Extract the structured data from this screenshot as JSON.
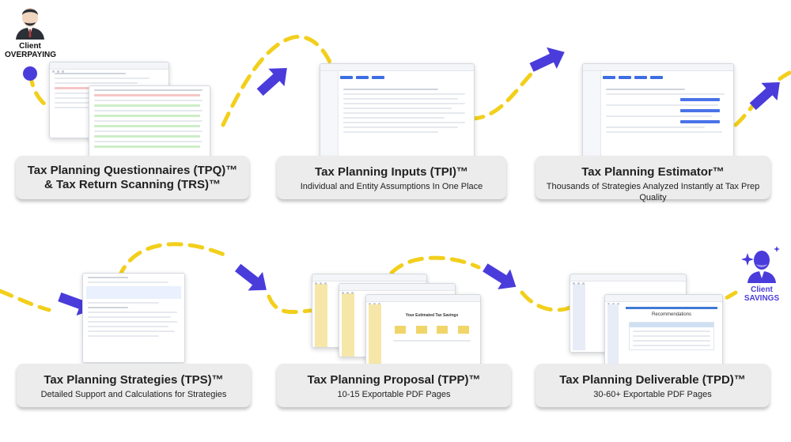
{
  "start_persona": {
    "line1": "Client",
    "line2": "OVERPAYING",
    "icon": "person-icon"
  },
  "end_persona": {
    "line1": "Client",
    "line2": "SAVINGS",
    "icon": "person-sparkle-icon",
    "color": "#4a3cdb"
  },
  "colors": {
    "path": "#f2cf1b",
    "arrow": "#4a3cdb",
    "card_bg": "#ececec"
  },
  "steps": [
    {
      "title_line1": "Tax Planning Questionnaires (TPQ)™",
      "title_line2": "& Tax Return Scanning (TRS)™",
      "subtitle": ""
    },
    {
      "title_line1": "Tax Planning Inputs (TPI)™",
      "title_line2": "",
      "subtitle": "Individual and Entity Assumptions In One Place"
    },
    {
      "title_line1": "Tax Planning Estimator™",
      "title_line2": "",
      "subtitle": "Thousands of Strategies Analyzed Instantly at Tax Prep Quality"
    },
    {
      "title_line1": "Tax Planning Strategies (TPS)™",
      "title_line2": "",
      "subtitle": "Detailed Support and Calculations for Strategies"
    },
    {
      "title_line1": "Tax Planning Proposal (TPP)™",
      "title_line2": "",
      "subtitle": "10-15 Exportable PDF Pages"
    },
    {
      "title_line1": "Tax Planning Deliverable (TPD)™",
      "title_line2": "",
      "subtitle": "30-60+ Exportable PDF Pages"
    }
  ],
  "screens": {
    "proposal_heading": "Your Estimated Tax Savings",
    "deliverable_heading": "Recommendations"
  }
}
